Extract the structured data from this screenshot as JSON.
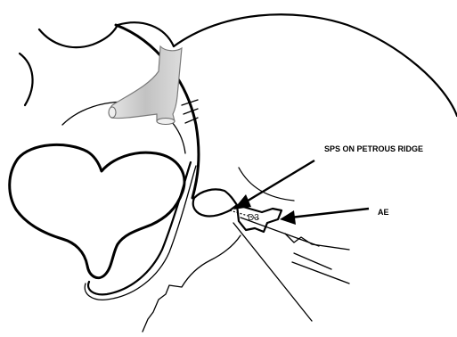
{
  "labels": {
    "sps": "SPS ON PETROUS RIDGE",
    "ae": "AE",
    "d3": "D3"
  },
  "colors": {
    "line": "#000000",
    "vessel_fill": "#cfcfcf",
    "background": "#ffffff"
  }
}
